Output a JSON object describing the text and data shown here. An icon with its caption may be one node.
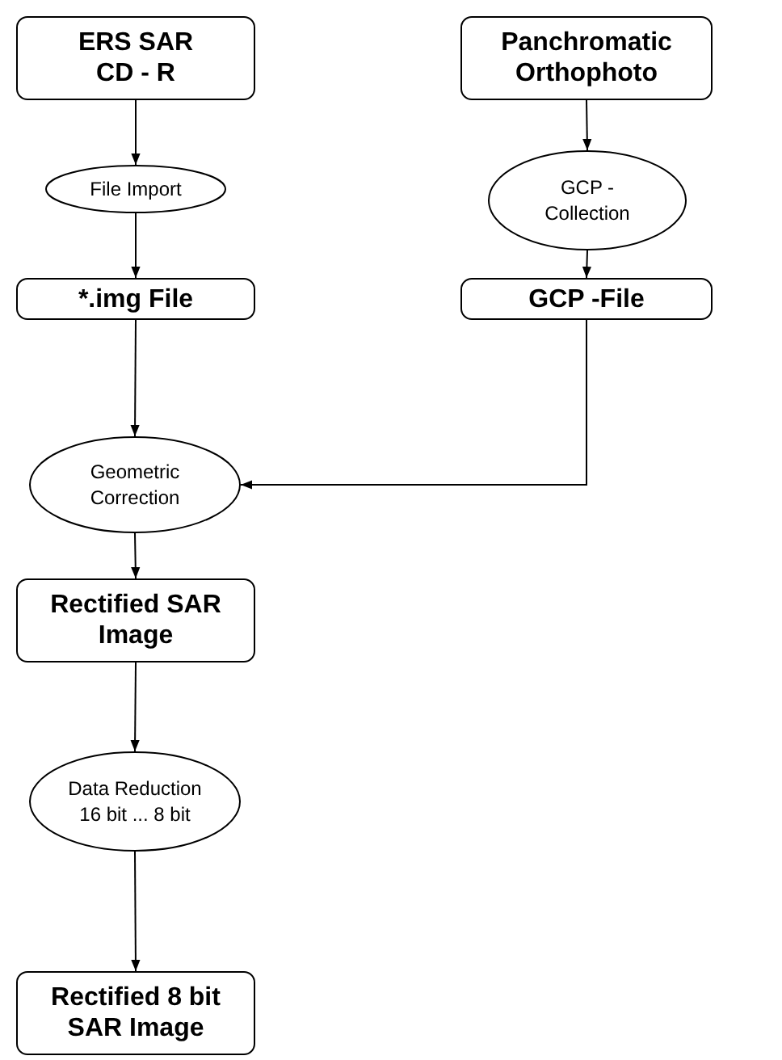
{
  "diagram": {
    "nodes": [
      {
        "text": [
          "ERS SAR CD - R"
        ]
      },
      {
        "text": [
          "Panchromatic Orthophoto"
        ]
      },
      {
        "text": [
          "File Import"
        ]
      },
      {
        "text": [
          "GCP - Collection"
        ]
      },
      {
        "text": [
          "*.img File"
        ]
      },
      {
        "text": [
          "GCP -File"
        ]
      },
      {
        "text": [
          "Geometric Correction"
        ]
      },
      {
        "text": [
          "Rectified SAR Image"
        ]
      },
      {
        "text": [
          "Data Reduction 16 bit ... 8 bit"
        ]
      },
      {
        "text": [
          "Rectified 8 bit SAR Image"
        ]
      }
    ],
    "edges": [
      {
        "from": 0,
        "to": 2,
        "arrow": "to"
      },
      {
        "from": 2,
        "to": 4,
        "arrow": "to"
      },
      {
        "from": 1,
        "to": 3,
        "arrow": "to"
      },
      {
        "from": 3,
        "to": 5,
        "arrow": "to"
      },
      {
        "from": 4,
        "to": 6,
        "arrow": "to"
      },
      {
        "from": 5,
        "to": 6,
        "arrow": "to"
      },
      {
        "from": 6,
        "to": 7,
        "arrow": "to"
      },
      {
        "from": 7,
        "to": 8,
        "arrow": "to"
      },
      {
        "from": 8,
        "to": 9,
        "arrow": "to"
      }
    ]
  }
}
